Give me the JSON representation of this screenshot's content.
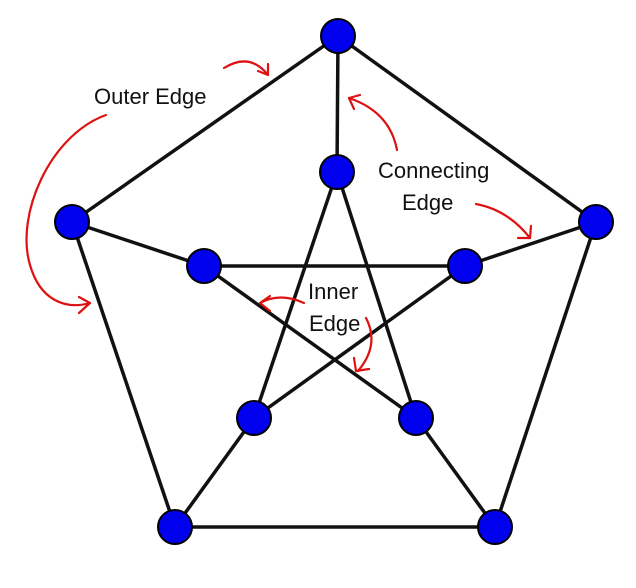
{
  "labels": {
    "outer_edge": "Outer Edge",
    "connecting_edge_line1": "Connecting",
    "connecting_edge_line2": "Edge",
    "inner_edge_line1": "Inner",
    "inner_edge_line2": "Edge"
  },
  "colors": {
    "node_fill": "#0000ee",
    "edge": "#111111",
    "annotation_arrow": "#dd1111"
  }
}
